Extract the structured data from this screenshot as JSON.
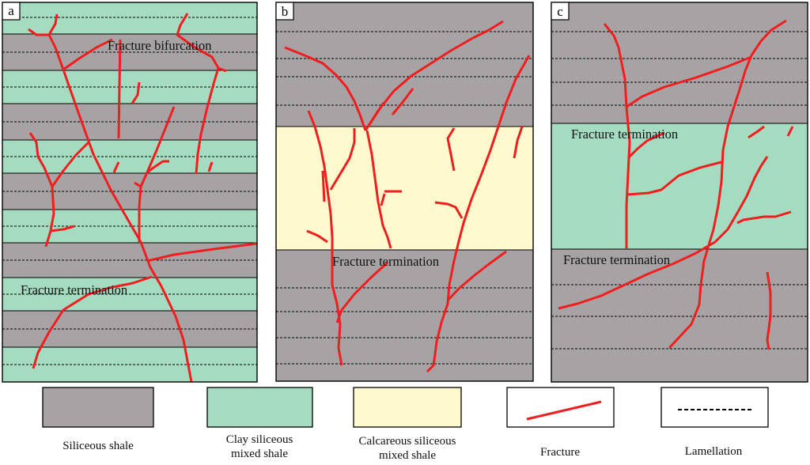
{
  "colors": {
    "siliceous": "#a7a3a4",
    "clay": "#a5dbc1",
    "calcareous": "#fffacd",
    "fracture": "#f01e1e",
    "lamellation": "#000000",
    "border": "#000000"
  },
  "panels": [
    {
      "letter": "a",
      "annotations": [
        "Fracture bifurcation",
        "Fracture termination"
      ]
    },
    {
      "letter": "b",
      "annotations": [
        "Fracture termination"
      ]
    },
    {
      "letter": "c",
      "annotations": [
        "Fracture termination",
        "Fracture termination"
      ]
    }
  ],
  "legend": [
    {
      "key": "siliceous",
      "label_lines": [
        "Siliceous shale"
      ]
    },
    {
      "key": "clay",
      "label_lines": [
        "Clay siliceous",
        "mixed shale"
      ]
    },
    {
      "key": "calcareous",
      "label_lines": [
        "Calcareous siliceous",
        "mixed shale"
      ]
    },
    {
      "key": "fracture",
      "label_lines": [
        "Fracture"
      ]
    },
    {
      "key": "lamellation",
      "label_lines": [
        "Lamellation"
      ]
    }
  ]
}
